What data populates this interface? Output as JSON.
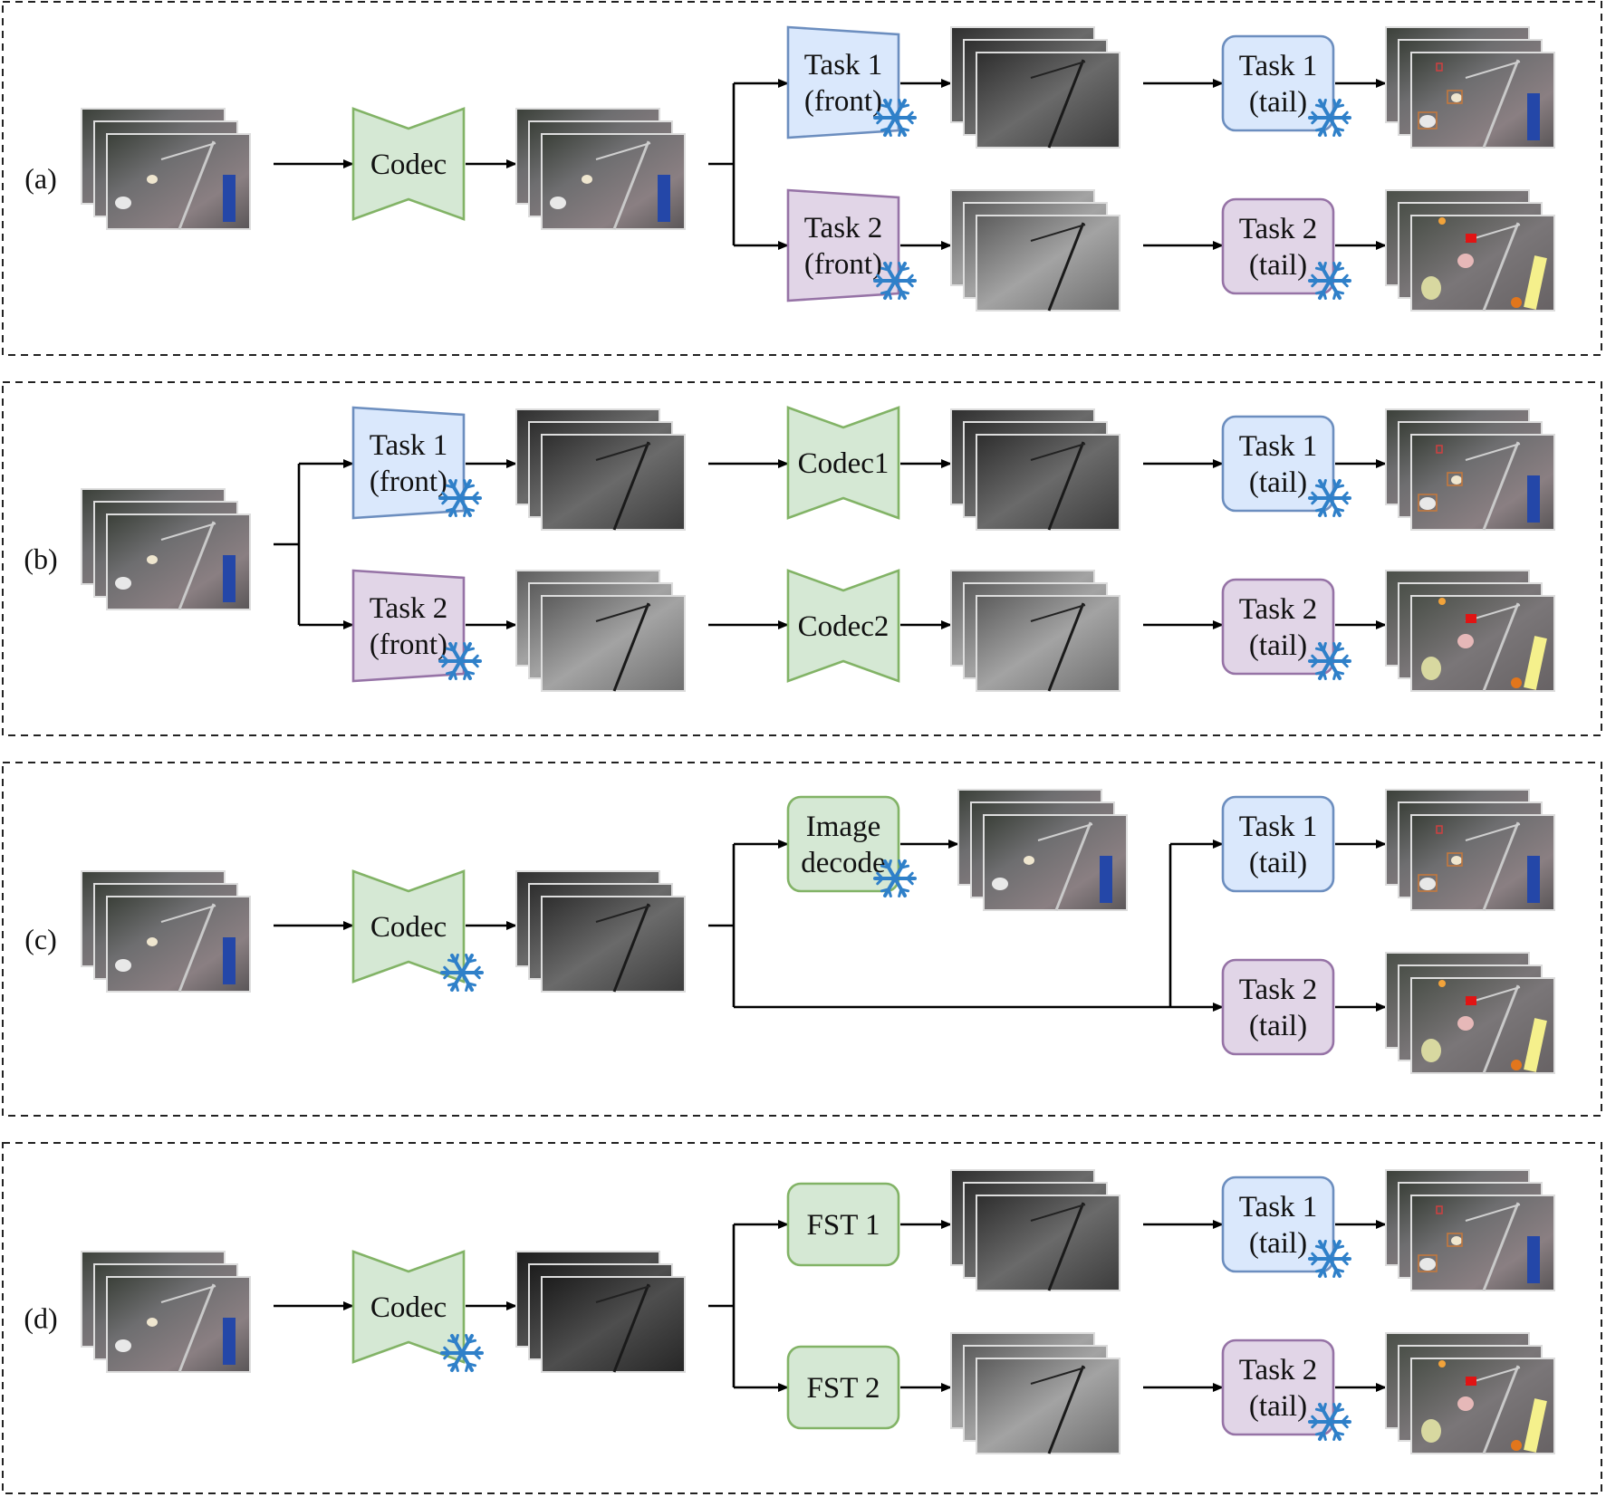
{
  "colors": {
    "codec_fill": "#d5e8d4",
    "codec_stroke": "#82b366",
    "task1_fill": "#dae8fc",
    "task1_stroke": "#6c8ebf",
    "task2_fill": "#e1d5e7",
    "task2_stroke": "#9673a6",
    "snowflake": "#2f80c9",
    "arrow": "#000000",
    "panel_border": "#222222"
  },
  "icons": {
    "frozen": "snowflake-icon"
  },
  "panels": [
    {
      "label": "(a)",
      "codec": [
        "Codec"
      ],
      "branches": [
        {
          "module": [
            "Task 1",
            "(front)"
          ],
          "tail": [
            "Task 1",
            "(tail)"
          ]
        },
        {
          "module": [
            "Task 2",
            "(front)"
          ],
          "tail": [
            "Task 2",
            "(tail)"
          ]
        }
      ]
    },
    {
      "label": "(b)",
      "branches": [
        {
          "module": [
            "Task 1",
            "(front)"
          ],
          "codec": [
            "Codec1"
          ],
          "tail": [
            "Task 1",
            "(tail)"
          ]
        },
        {
          "module": [
            "Task 2",
            "(front)"
          ],
          "codec": [
            "Codec2"
          ],
          "tail": [
            "Task 2",
            "(tail)"
          ]
        }
      ]
    },
    {
      "label": "(c)",
      "codec": [
        "Codec"
      ],
      "decoder": [
        "Image",
        "decode"
      ],
      "tails": [
        [
          "Task 1",
          "(tail)"
        ],
        [
          "Task 2",
          "(tail)"
        ]
      ]
    },
    {
      "label": "(d)",
      "codec": [
        "Codec"
      ],
      "branches": [
        {
          "module": [
            "FST 1"
          ],
          "tail": [
            "Task 1",
            "(tail)"
          ]
        },
        {
          "module": [
            "FST 2"
          ],
          "tail": [
            "Task 2",
            "(tail)"
          ]
        }
      ]
    }
  ]
}
